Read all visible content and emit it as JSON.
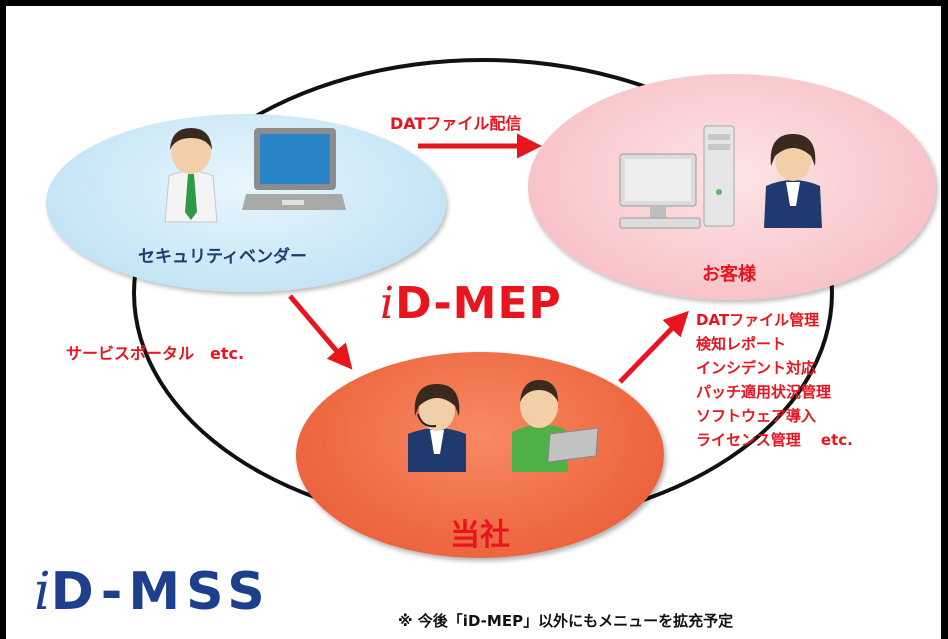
{
  "arrow_top_label": "DATファイル配信",
  "arrow_left_label": "サービスポータル　etc.",
  "vendor": {
    "label": "セキュリティベンダー"
  },
  "customer": {
    "label": "お客様"
  },
  "company": {
    "label": "当社"
  },
  "center_logo": {
    "prefix": "i",
    "text": "D-MEP"
  },
  "services": [
    "DATファイル管理",
    "検知レポート",
    "インシデント対応",
    "パッチ適用状況管理",
    "ソフトウェア導入",
    "ライセンス管理　 etc."
  ],
  "bottom_logo": {
    "prefix": "i",
    "text": "D-MSS"
  },
  "footnote": "※ 今後「iD-MEP」以外にもメニューを拡充予定",
  "colors": {
    "accent_red": "#e8141e",
    "navy": "#1f3a6e",
    "logo_blue": "#1d3f8c"
  }
}
